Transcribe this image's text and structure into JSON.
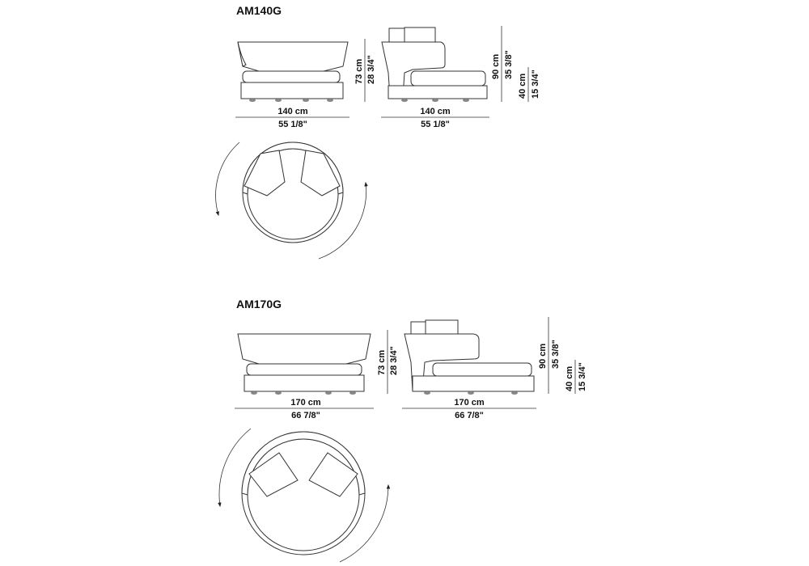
{
  "models": [
    {
      "name": "AM140G",
      "front": {
        "width_cm": "140 cm",
        "width_in": "55 1/8\"",
        "height_cm": "73 cm",
        "height_in": "28 3/4\""
      },
      "side": {
        "width_cm": "140 cm",
        "width_in": "55 1/8\"",
        "height_cm": "90 cm",
        "height_in": "35 3/8\"",
        "seat_cm": "40 cm",
        "seat_in": "15 3/4\""
      }
    },
    {
      "name": "AM170G",
      "front": {
        "width_cm": "170 cm",
        "width_in": "66 7/8\"",
        "height_cm": "73 cm",
        "height_in": "28 3/4\""
      },
      "side": {
        "width_cm": "170 cm",
        "width_in": "66 7/8\"",
        "height_cm": "90 cm",
        "height_in": "35 3/8\"",
        "seat_cm": "40 cm",
        "seat_in": "15 3/4\""
      }
    }
  ]
}
